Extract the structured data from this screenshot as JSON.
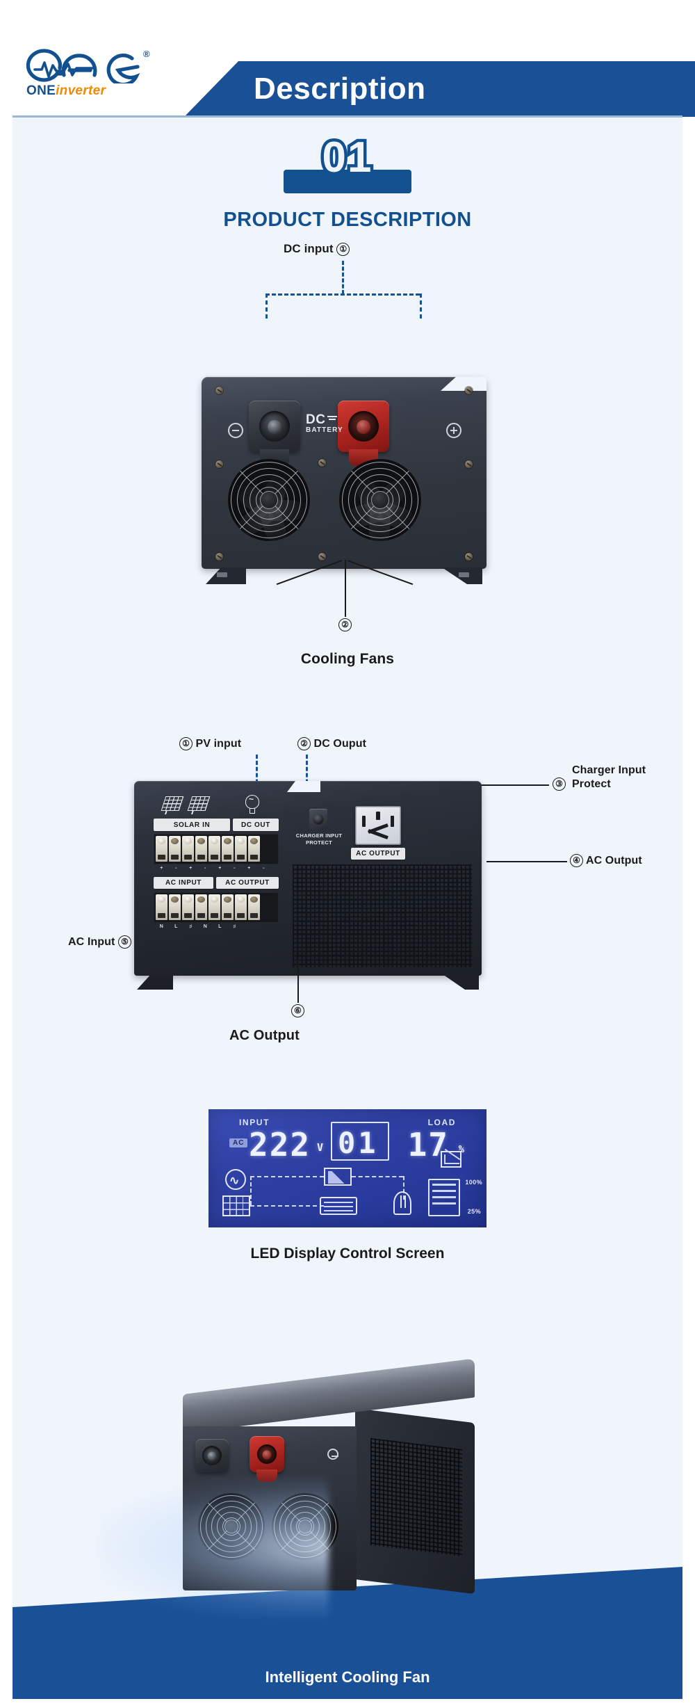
{
  "brand": {
    "logo_name": "gae-one-inverter-logo",
    "registered_mark": "®",
    "word_one": "ONE",
    "word_inverter": "inverter"
  },
  "header": {
    "banner_title": "Description",
    "banner_color": "#1a5196"
  },
  "section": {
    "number": "01",
    "title": "PRODUCT DESCRIPTION",
    "accent_color": "#13508f"
  },
  "figure1": {
    "name": "front-panel-figure",
    "top_label": "DC input",
    "top_marker": "①",
    "bottom_marker": "②",
    "bottom_label": "Cooling Fans",
    "panel_text_dc": "DC",
    "panel_text_battery": "BATTERY",
    "negative_symbol": "⊖",
    "positive_symbol": "⊕"
  },
  "figure2": {
    "name": "rear-panel-figure",
    "labels": [
      {
        "marker": "①",
        "text": "PV input",
        "position": "top-left"
      },
      {
        "marker": "②",
        "text": "DC Ouput",
        "position": "top-right"
      },
      {
        "marker": "③",
        "text": "Charger Input\nProtect",
        "position": "right-upper"
      },
      {
        "marker": "④",
        "text": "AC Output",
        "position": "right-lower"
      },
      {
        "marker": "⑤",
        "text": "AC Input",
        "position": "left"
      },
      {
        "marker": "⑥",
        "text": "AC Output",
        "position": "bottom"
      }
    ],
    "label_charger_line1": "Charger Input",
    "label_charger_line2": "Protect",
    "label_ac_output_right": "AC Output",
    "label_ac_input_left": "AC Input",
    "label_ac_output_bottom": "AC Output",
    "label_pv_input": "PV input",
    "label_dc_ouput": "DC Ouput",
    "panel": {
      "solar_in": "SOLAR IN",
      "dc_out": "DC OUT",
      "charger_protect_line1": "CHARGER INPUT",
      "charger_protect_line2": "PROTECT",
      "ac_output_strip": "AC OUTPUT",
      "ac_input_strip": "AC  INPUT",
      "ac_output_strip2": "AC  OUTPUT",
      "solar_pins": [
        "+",
        "-",
        "+",
        "-",
        "+",
        "-"
      ],
      "ac_pins": [
        "N",
        "L",
        "",
        "N",
        "L",
        ""
      ]
    }
  },
  "figure3": {
    "name": "lcd-display-figure",
    "caption": "LED Display Control Screen",
    "input_label": "INPUT",
    "ac_badge": "AC",
    "input_value": "222",
    "input_unit": "V",
    "center_value": "01",
    "load_label": "LOAD",
    "load_value": "17",
    "load_unit": "%",
    "battery_high": "100%",
    "battery_low": "25%"
  },
  "figure4": {
    "name": "cooling-fan-hero-figure",
    "caption": "Intelligent Cooling Fan",
    "wedge_color": "#1a5196"
  }
}
